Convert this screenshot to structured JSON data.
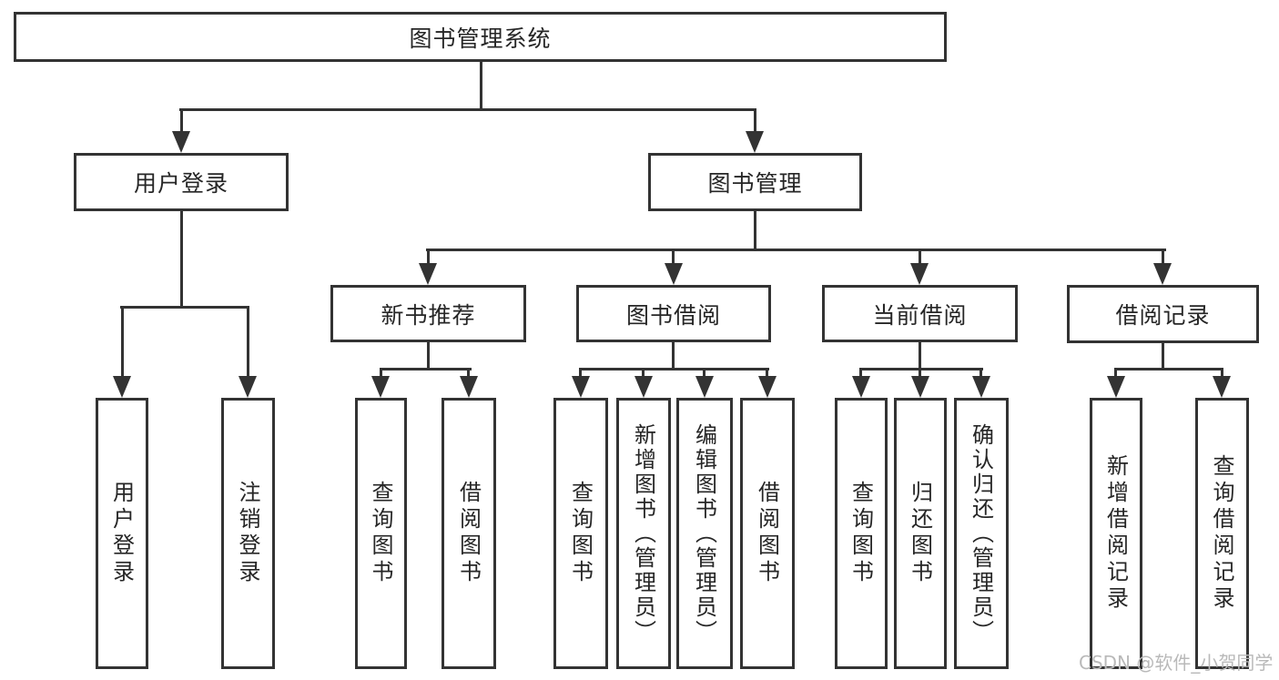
{
  "colors": {
    "line": "#333333",
    "text": "#262626",
    "watermark": "#b9b9b9",
    "background": "#ffffff"
  },
  "diagram": {
    "root": {
      "label": "图书管理系统"
    },
    "user_login": {
      "label": "用户登录",
      "children": {
        "login": {
          "label": "用户登录"
        },
        "logout": {
          "label": "注销登录"
        }
      }
    },
    "book_mgmt": {
      "label": "图书管理",
      "children": {
        "new_book_rec": {
          "label": "新书推荐",
          "children": {
            "query_book": {
              "label": "查询图书"
            },
            "borrow_book": {
              "label": "借阅图书"
            }
          }
        },
        "book_borrow": {
          "label": "图书借阅",
          "children": {
            "query_book": {
              "label": "查询图书"
            },
            "add_book": {
              "label": "新增图书（管理员）"
            },
            "edit_book": {
              "label": "编辑图书（管理员）"
            },
            "borrow_book": {
              "label": "借阅图书"
            }
          }
        },
        "current_borrow": {
          "label": "当前借阅",
          "children": {
            "query_book": {
              "label": "查询图书"
            },
            "return_book": {
              "label": "归还图书"
            },
            "confirm_return": {
              "label": "确认归还（管理员）"
            }
          }
        },
        "borrow_record": {
          "label": "借阅记录",
          "children": {
            "add_record": {
              "label": "新增借阅记录"
            },
            "query_record": {
              "label": "查询借阅记录"
            }
          }
        }
      }
    }
  },
  "watermark": {
    "text": "CSDN @软件_小贺同学"
  }
}
